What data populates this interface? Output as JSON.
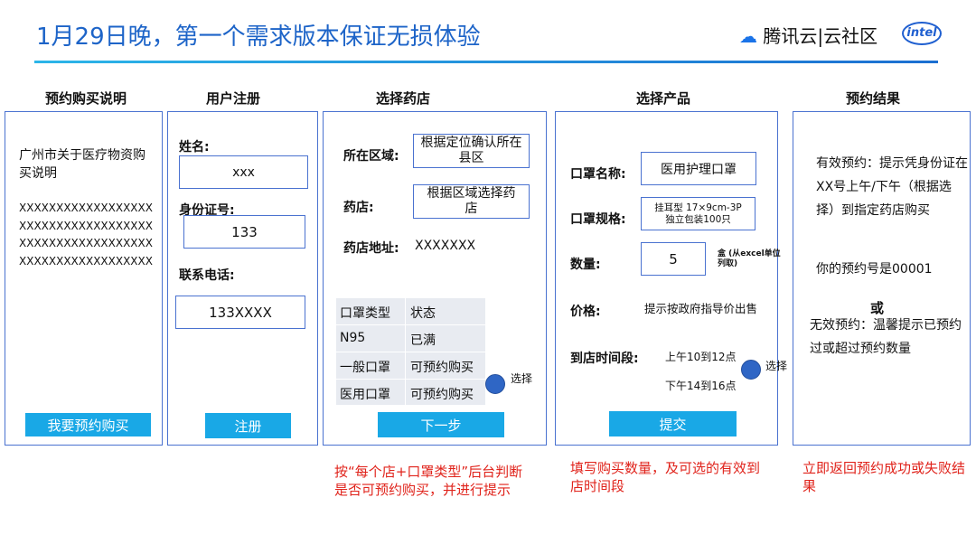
{
  "header": {
    "title": "1月29日晚，第一个需求版本保证无损体验",
    "logo_text": "腾讯云|云社区",
    "intel_text": "intel"
  },
  "columns": {
    "info": "预约购买说明",
    "register": "用户注册",
    "store": "选择药店",
    "product": "选择产品",
    "result": "预约结果"
  },
  "info_panel": {
    "heading": "广州市关于医疗物资购买说明",
    "lines": [
      "XXXXXXXXXXXXXXXXXX",
      "XXXXXXXXXXXXXXXXXX",
      "XXXXXXXXXXXXXXXXXX",
      "XXXXXXXXXXXXXXXXXX"
    ],
    "button": "我要预约购买"
  },
  "register_panel": {
    "name_label": "姓名:",
    "name_value": "xxx",
    "id_label": "身份证号:",
    "id_value": "133",
    "phone_label": "联系电话:",
    "phone_value": "133XXXX",
    "button": "注册"
  },
  "store_panel": {
    "area_label": "所在区域:",
    "area_value": "根据定位确认所在县区",
    "store_label": "药店:",
    "store_value": "根据区域选择药店",
    "address_label": "药店地址:",
    "address_value": "XXXXXXX",
    "table": {
      "headers": [
        "口罩类型",
        "状态"
      ],
      "rows": [
        [
          "N95",
          "已满"
        ],
        [
          "一般口罩",
          "可预约购买"
        ],
        [
          "医用口罩",
          "可预约购买"
        ]
      ]
    },
    "select_label": "选择",
    "button": "下一步"
  },
  "product_panel": {
    "name_label": "口罩名称:",
    "name_value": "医用护理口罩",
    "spec_label": "口罩规格:",
    "spec_line1": "挂耳型 17×9cm-3P",
    "spec_line2": "独立包装100只",
    "qty_label": "数量:",
    "qty_value": "5",
    "unit_note": "盒 (从excel单位列取)",
    "price_label": "价格:",
    "price_value": "提示按政府指导价出售",
    "time_label": "到店时间段:",
    "slot_am": "上午10到12点",
    "slot_pm": "下午14到16点",
    "select_label": "选择",
    "button": "提交"
  },
  "result_panel": {
    "success": "有效预约：提示凭身份证在XX号上午/下午（根据选择）到指定药店购买",
    "number_line": "你的预约号是00001",
    "or": "或",
    "fail": "无效预约：温馨提示已预约过或超过预约数量"
  },
  "notes": {
    "store_note": "按“每个店+口罩类型”后台判断是否可预约购买，并进行提示",
    "product_note": "填写购买数量，及可选的有效到店时间段",
    "result_note": "立即返回预约成功或失败结果"
  },
  "colors": {
    "title": "#1d64c8",
    "border": "#4a72d0",
    "button": "#19a8e6",
    "note": "#e0231b"
  }
}
